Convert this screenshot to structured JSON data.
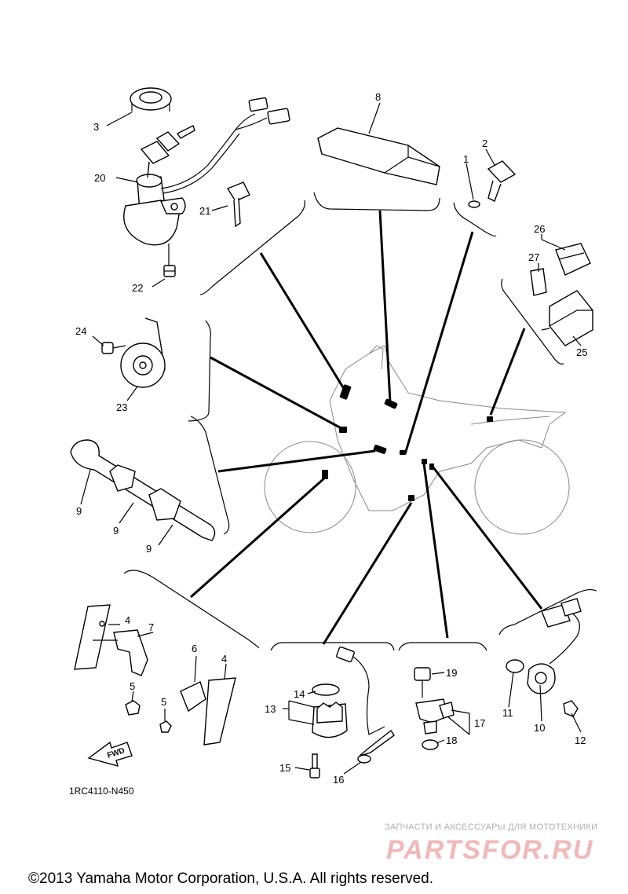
{
  "diagram": {
    "drawing_code": "1RC4110-N450",
    "copyright": "©2013 Yamaha Motor Corporation, U.S.A. All rights reserved.",
    "watermark_small": "ЗАПЧАСТИ И АКСЕССУАРЫ ДЛЯ МОТОТЕХНИКИ",
    "watermark_big": "PARTSFOR.RU",
    "fwd_label": "FWD"
  },
  "callouts": {
    "c1": "1",
    "c2": "2",
    "c3": "3",
    "c4a": "4",
    "c4b": "4",
    "c5a": "5",
    "c5b": "5",
    "c6": "6",
    "c7": "7",
    "c8": "8",
    "c9a": "9",
    "c9b": "9",
    "c9c": "9",
    "c10": "10",
    "c11": "11",
    "c12": "12",
    "c13": "13",
    "c14": "14",
    "c15": "15",
    "c16": "16",
    "c17": "17",
    "c18": "18",
    "c19": "19",
    "c20": "20",
    "c21": "21",
    "c22": "22",
    "c23": "23",
    "c24": "24",
    "c25": "25",
    "c26": "26",
    "c27": "27"
  }
}
